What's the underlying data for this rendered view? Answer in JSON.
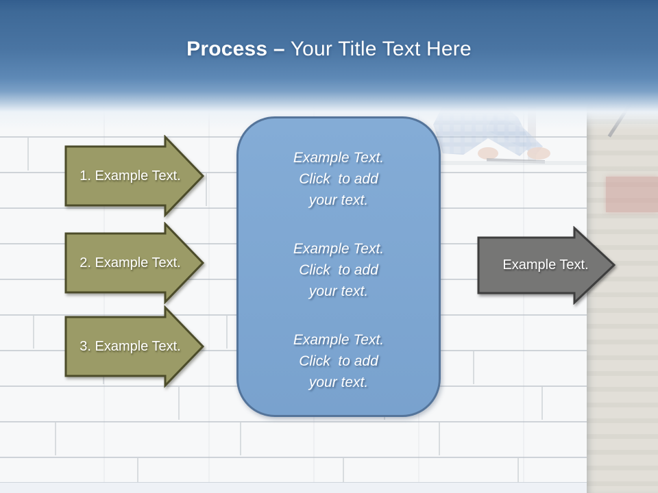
{
  "title": {
    "bold": "Process –",
    "rest": " Your Title Text Here"
  },
  "steps": [
    {
      "label": "1. Example Text."
    },
    {
      "label": "2. Example Text."
    },
    {
      "label": "3. Example Text."
    }
  ],
  "center_box": {
    "paragraphs": [
      {
        "lines": [
          "Example Text.",
          "Click  to add",
          "your text."
        ]
      },
      {
        "lines": [
          "Example Text.",
          "Click  to add",
          "your text."
        ]
      },
      {
        "lines": [
          "Example Text.",
          "Click  to add",
          "your text."
        ]
      }
    ]
  },
  "right_arrow": {
    "label": "Example Text."
  },
  "colors": {
    "header_blue_top": "#335e8e",
    "header_blue_bottom": "#7ba0c6",
    "olive_arrow_fill": "#9b9b67",
    "olive_arrow_border": "#4c4c2a",
    "panel_blue_fill": "#7da7d2",
    "panel_blue_border": "#54749a",
    "gray_arrow_fill": "#767675",
    "gray_arrow_border": "#3e3e3e",
    "text_white": "#ffffff"
  }
}
